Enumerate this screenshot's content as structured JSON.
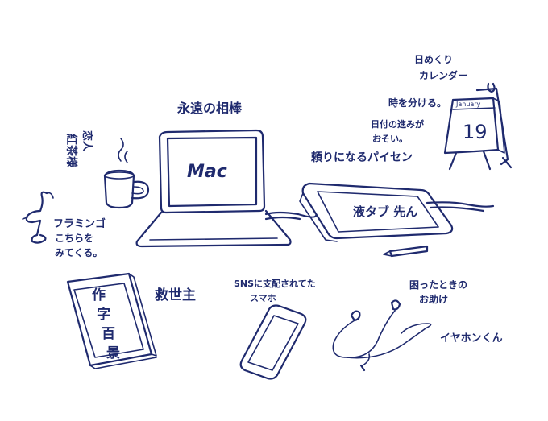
{
  "colors": {
    "ink": "#1f2a6e",
    "paper": "#ffffff"
  },
  "labels": {
    "laptop_caption": "永遠の相棒",
    "laptop_screen": "Mac",
    "tea_caption": [
      "恋人",
      "紅茶様"
    ],
    "flamingo_caption": [
      "フラミンゴ",
      "こちらを",
      "みてくる。"
    ],
    "calendar_caption": [
      "日めくり",
      "カレンダー"
    ],
    "calendar_month": "January",
    "calendar_day": "19",
    "calendar_note1": "時を分ける。",
    "calendar_note2": [
      "日付の進みが",
      "おそい。"
    ],
    "tablet_caption": "頼りになるパイセン",
    "tablet_screen": "液タブ 先ん",
    "book_caption": "救世主",
    "book_title": [
      "作",
      "字",
      "百",
      "景"
    ],
    "phone_caption": [
      "SNSに支配されてた",
      "スマホ"
    ],
    "earphone_caption": [
      "困ったときの",
      "お助け"
    ],
    "earphone_name": "イヤホンくん"
  },
  "icons": [
    "laptop-icon",
    "tea-mug-icon",
    "flamingo-figurine-icon",
    "desk-calendar-icon",
    "pen-tablet-icon",
    "stylus-pen-icon",
    "dictionary-book-icon",
    "smartphone-icon",
    "earphones-icon"
  ]
}
